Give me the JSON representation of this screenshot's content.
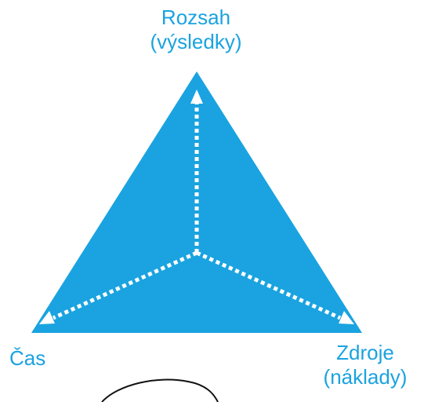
{
  "diagram": {
    "colors": {
      "triangle_fill": "#1aa3e0",
      "arrow": "#ffffff",
      "text": "#1aa3e0"
    },
    "vertices": {
      "top": {
        "line1": "Rozsah",
        "line2": "(výsledky)"
      },
      "left": {
        "line1": "Čas"
      },
      "right": {
        "line1": "Zdroje",
        "line2": "(náklady)"
      }
    },
    "arrows": [
      "center-to-top",
      "center-to-left",
      "center-to-right"
    ]
  }
}
